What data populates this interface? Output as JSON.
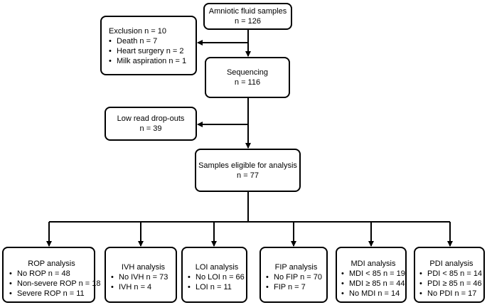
{
  "amniotic": {
    "title": "Amniotic fluid samples",
    "count": "n = 126"
  },
  "exclusion": {
    "title": "Exclusion n = 10",
    "items": [
      "Death n = 7",
      "Heart surgery n = 2",
      "Milk aspiration n = 1"
    ]
  },
  "sequencing": {
    "title": "Sequencing",
    "count": "n = 116"
  },
  "dropouts": {
    "title": "Low read drop-outs",
    "count": "n = 39"
  },
  "eligible": {
    "title": "Samples eligible for analysis",
    "count": "n = 77"
  },
  "analyses": [
    {
      "title": "ROP analysis",
      "items": [
        "No ROP n = 48",
        "Non-severe ROP n = 18",
        "Severe ROP n = 11"
      ]
    },
    {
      "title": "IVH analysis",
      "items": [
        "No IVH n = 73",
        "IVH n = 4"
      ]
    },
    {
      "title": "LOI analysis",
      "items": [
        "No LOI n = 66",
        "LOI n = 11"
      ]
    },
    {
      "title": "FIP analysis",
      "items": [
        "No FIP n = 70",
        "FIP n = 7"
      ]
    },
    {
      "title": "MDI analysis",
      "items": [
        "MDI < 85 n = 19",
        "MDI ≥ 85 n = 44",
        "No MDI n = 14"
      ]
    },
    {
      "title": "PDI analysis",
      "items": [
        "PDI < 85 n = 14",
        "PDI ≥ 85 n = 46",
        "No PDI n = 17"
      ]
    }
  ]
}
